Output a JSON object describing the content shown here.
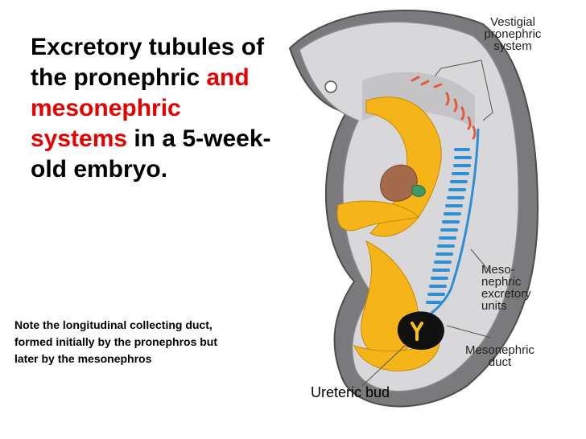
{
  "title": {
    "part1": "Excretory tubules of the pronephric ",
    "part2_red": "and mesonephric systems",
    "part3": " in a 5-week-old embryo."
  },
  "note": "Note the longitudinal collecting duct, formed initially by the pronephros but later by the mesonephros",
  "ureteric_label": "Ureteric bud",
  "labels": {
    "vestigial_l1": "Vestigial",
    "vestigial_l2": "pronephric",
    "vestigial_l3": "system",
    "meso_l1": "Meso-",
    "meso_l2": "nephric",
    "meso_l3": "excretory",
    "meso_l4": "units",
    "duct_l1": "Mesonephric",
    "duct_l2": "duct"
  },
  "colors": {
    "accent_red": "#e60000",
    "embryo_outer": "#7a7a7c",
    "embryo_body": "#d8d8da",
    "yellow_tissue": "#f5b418",
    "pronephros": "#e35b3c",
    "mesonephros": "#2a8fd6",
    "heart": "#a36a4c",
    "cloaca": "#111111"
  }
}
